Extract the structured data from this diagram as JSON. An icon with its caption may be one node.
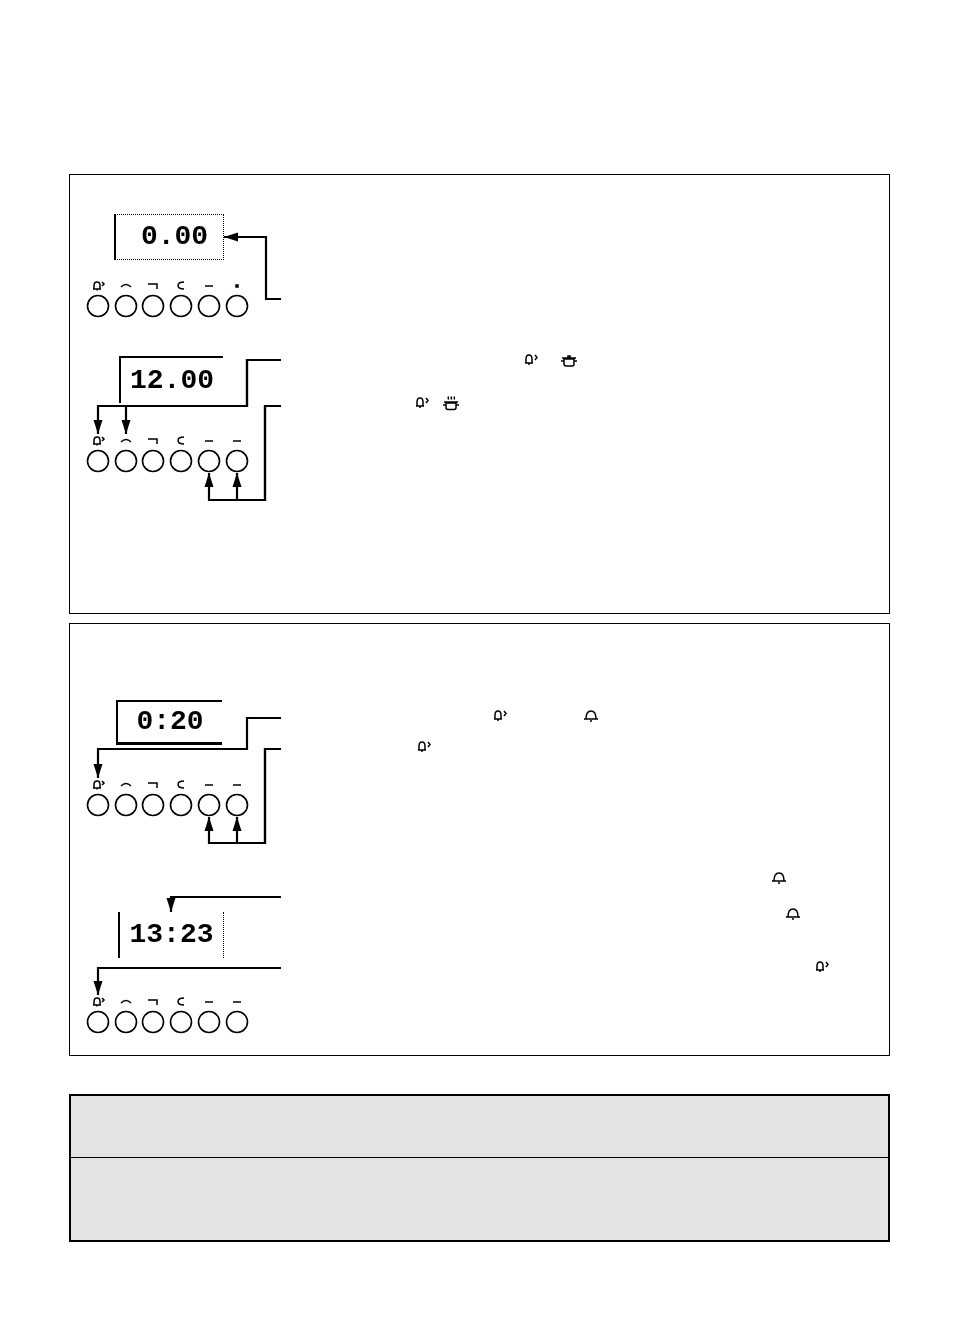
{
  "diagram": {
    "nodes": [
      {
        "text": [],
        "shape": "box"
      },
      {
        "text": [
          "0.00"
        ],
        "in": 0
      },
      {
        "text": [],
        "shape": "circle",
        "in": 0
      },
      {
        "text": [],
        "shape": "circle",
        "in": 0
      },
      {
        "text": [],
        "shape": "circle",
        "in": 0
      },
      {
        "text": [],
        "shape": "circle",
        "in": 0
      },
      {
        "text": [],
        "shape": "circle",
        "in": 0
      },
      {
        "text": [],
        "shape": "circle",
        "in": 0
      },
      {
        "text": [
          "12.00"
        ],
        "in": 0
      },
      {
        "text": [],
        "shape": "circle",
        "in": 0
      },
      {
        "text": [],
        "shape": "circle",
        "in": 0
      },
      {
        "text": [],
        "shape": "circle",
        "in": 0
      },
      {
        "text": [],
        "shape": "circle",
        "in": 0
      },
      {
        "text": [],
        "shape": "circle",
        "in": 0
      },
      {
        "text": [],
        "shape": "circle",
        "in": 0
      },
      {
        "text": [],
        "shape": "box"
      },
      {
        "text": [
          "0:20"
        ],
        "in": 15
      },
      {
        "text": [],
        "shape": "circle",
        "in": 15
      },
      {
        "text": [],
        "shape": "circle",
        "in": 15
      },
      {
        "text": [],
        "shape": "circle",
        "in": 15
      },
      {
        "text": [],
        "shape": "circle",
        "in": 15
      },
      {
        "text": [],
        "shape": "circle",
        "in": 15
      },
      {
        "text": [],
        "shape": "circle",
        "in": 15
      },
      {
        "text": [
          "13:23"
        ],
        "in": 15
      },
      {
        "text": [],
        "shape": "circle",
        "in": 15
      },
      {
        "text": [],
        "shape": "circle",
        "in": 15
      },
      {
        "text": [],
        "shape": "circle",
        "in": 15
      },
      {
        "text": [],
        "shape": "circle",
        "in": 15
      },
      {
        "text": [],
        "shape": "circle",
        "in": 15
      },
      {
        "text": [],
        "shape": "circle",
        "in": 15
      },
      {
        "text": [],
        "shape": "box"
      },
      {
        "text": [],
        "shape": "box"
      }
    ],
    "edges": [
      {
        "from": null,
        "to": 1,
        "arrow": "to"
      },
      {
        "from": null,
        "to": 9,
        "arrow": "to"
      },
      {
        "from": null,
        "to": 10,
        "arrow": "to"
      },
      {
        "from": null,
        "to": 13,
        "arrow": "to"
      },
      {
        "from": null,
        "to": 14,
        "arrow": "to"
      },
      {
        "from": null,
        "to": 17,
        "arrow": "to"
      },
      {
        "from": null,
        "to": 21,
        "arrow": "to"
      },
      {
        "from": null,
        "to": 22,
        "arrow": "to"
      },
      {
        "from": null,
        "to": 23,
        "arrow": "to"
      },
      {
        "from": null,
        "to": 24,
        "arrow": "to"
      }
    ]
  }
}
